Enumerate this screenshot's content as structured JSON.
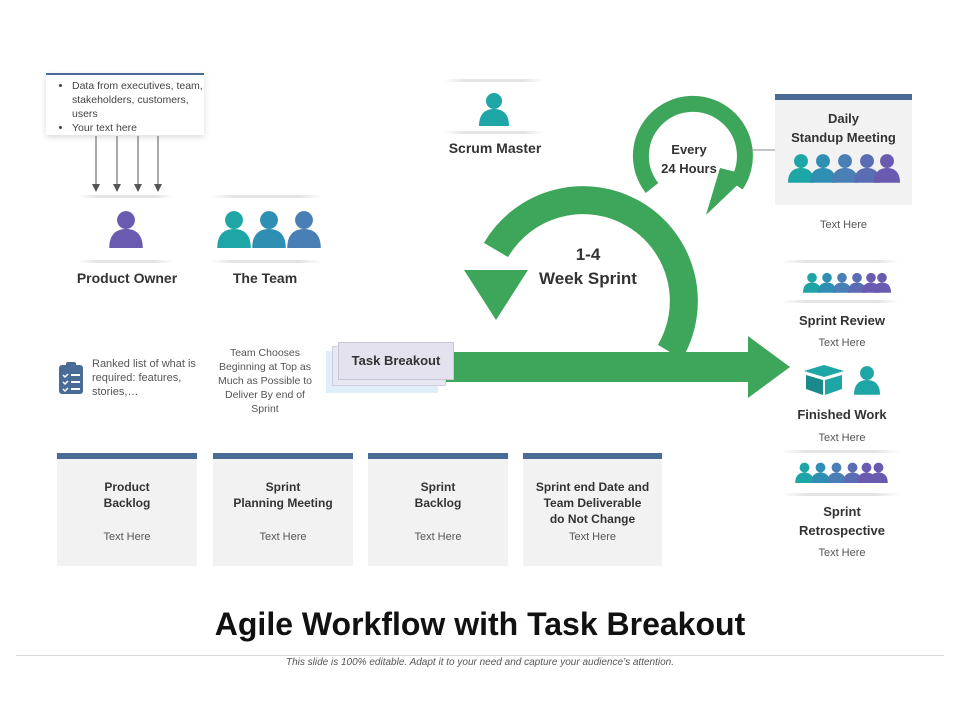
{
  "title": "Agile Workflow with Task Breakout",
  "footer": "This slide is 100% editable. Adapt it to your need and capture your audience’s attention.",
  "input_box": {
    "bullets": [
      "Data from executives, team, stakeholders, customers, users",
      "Your text here"
    ]
  },
  "roles": {
    "product_owner": "Product Owner",
    "the_team": "The Team",
    "scrum_master": "Scrum Master"
  },
  "ranked_list": "Ranked list of what is required: features, stories,…",
  "team_chooses": "Team Chooses Beginning at Top as Much as Possible to Deliver By end of Sprint",
  "task_breakout": "Task  Breakout",
  "sprint_loop": {
    "line1": "1-4",
    "line2": "Week Sprint"
  },
  "daily_loop": {
    "line1": "Every",
    "line2": "24 Hours"
  },
  "daily_standup": {
    "title_line1": "Daily",
    "title_line2": "Standup Meeting",
    "text": "Text Here"
  },
  "right_items": [
    {
      "title": "Sprint Review",
      "text": "Text Here"
    },
    {
      "title": "Finished Work",
      "text": "Text Here"
    },
    {
      "title_line1": "Sprint",
      "title_line2": "Retrospective",
      "text": "Text Here"
    }
  ],
  "cards": [
    {
      "title_line1": "Product",
      "title_line2": "Backlog",
      "text": "Text Here"
    },
    {
      "title_line1": "Sprint",
      "title_line2": "Planning  Meeting",
      "text": "Text Here"
    },
    {
      "title_line1": "Sprint",
      "title_line2": "Backlog",
      "text": "Text Here"
    },
    {
      "title_line1": "Sprint end Date and",
      "title_line2": "Team Deliverable",
      "title_line3": "do Not Change",
      "text": "Text Here"
    }
  ],
  "colors": {
    "green": "#3da65a",
    "teal": "#1ea5a5",
    "blue": "#4a7fb5",
    "purple": "#6b5bb0",
    "navy": "#4a6b96"
  }
}
